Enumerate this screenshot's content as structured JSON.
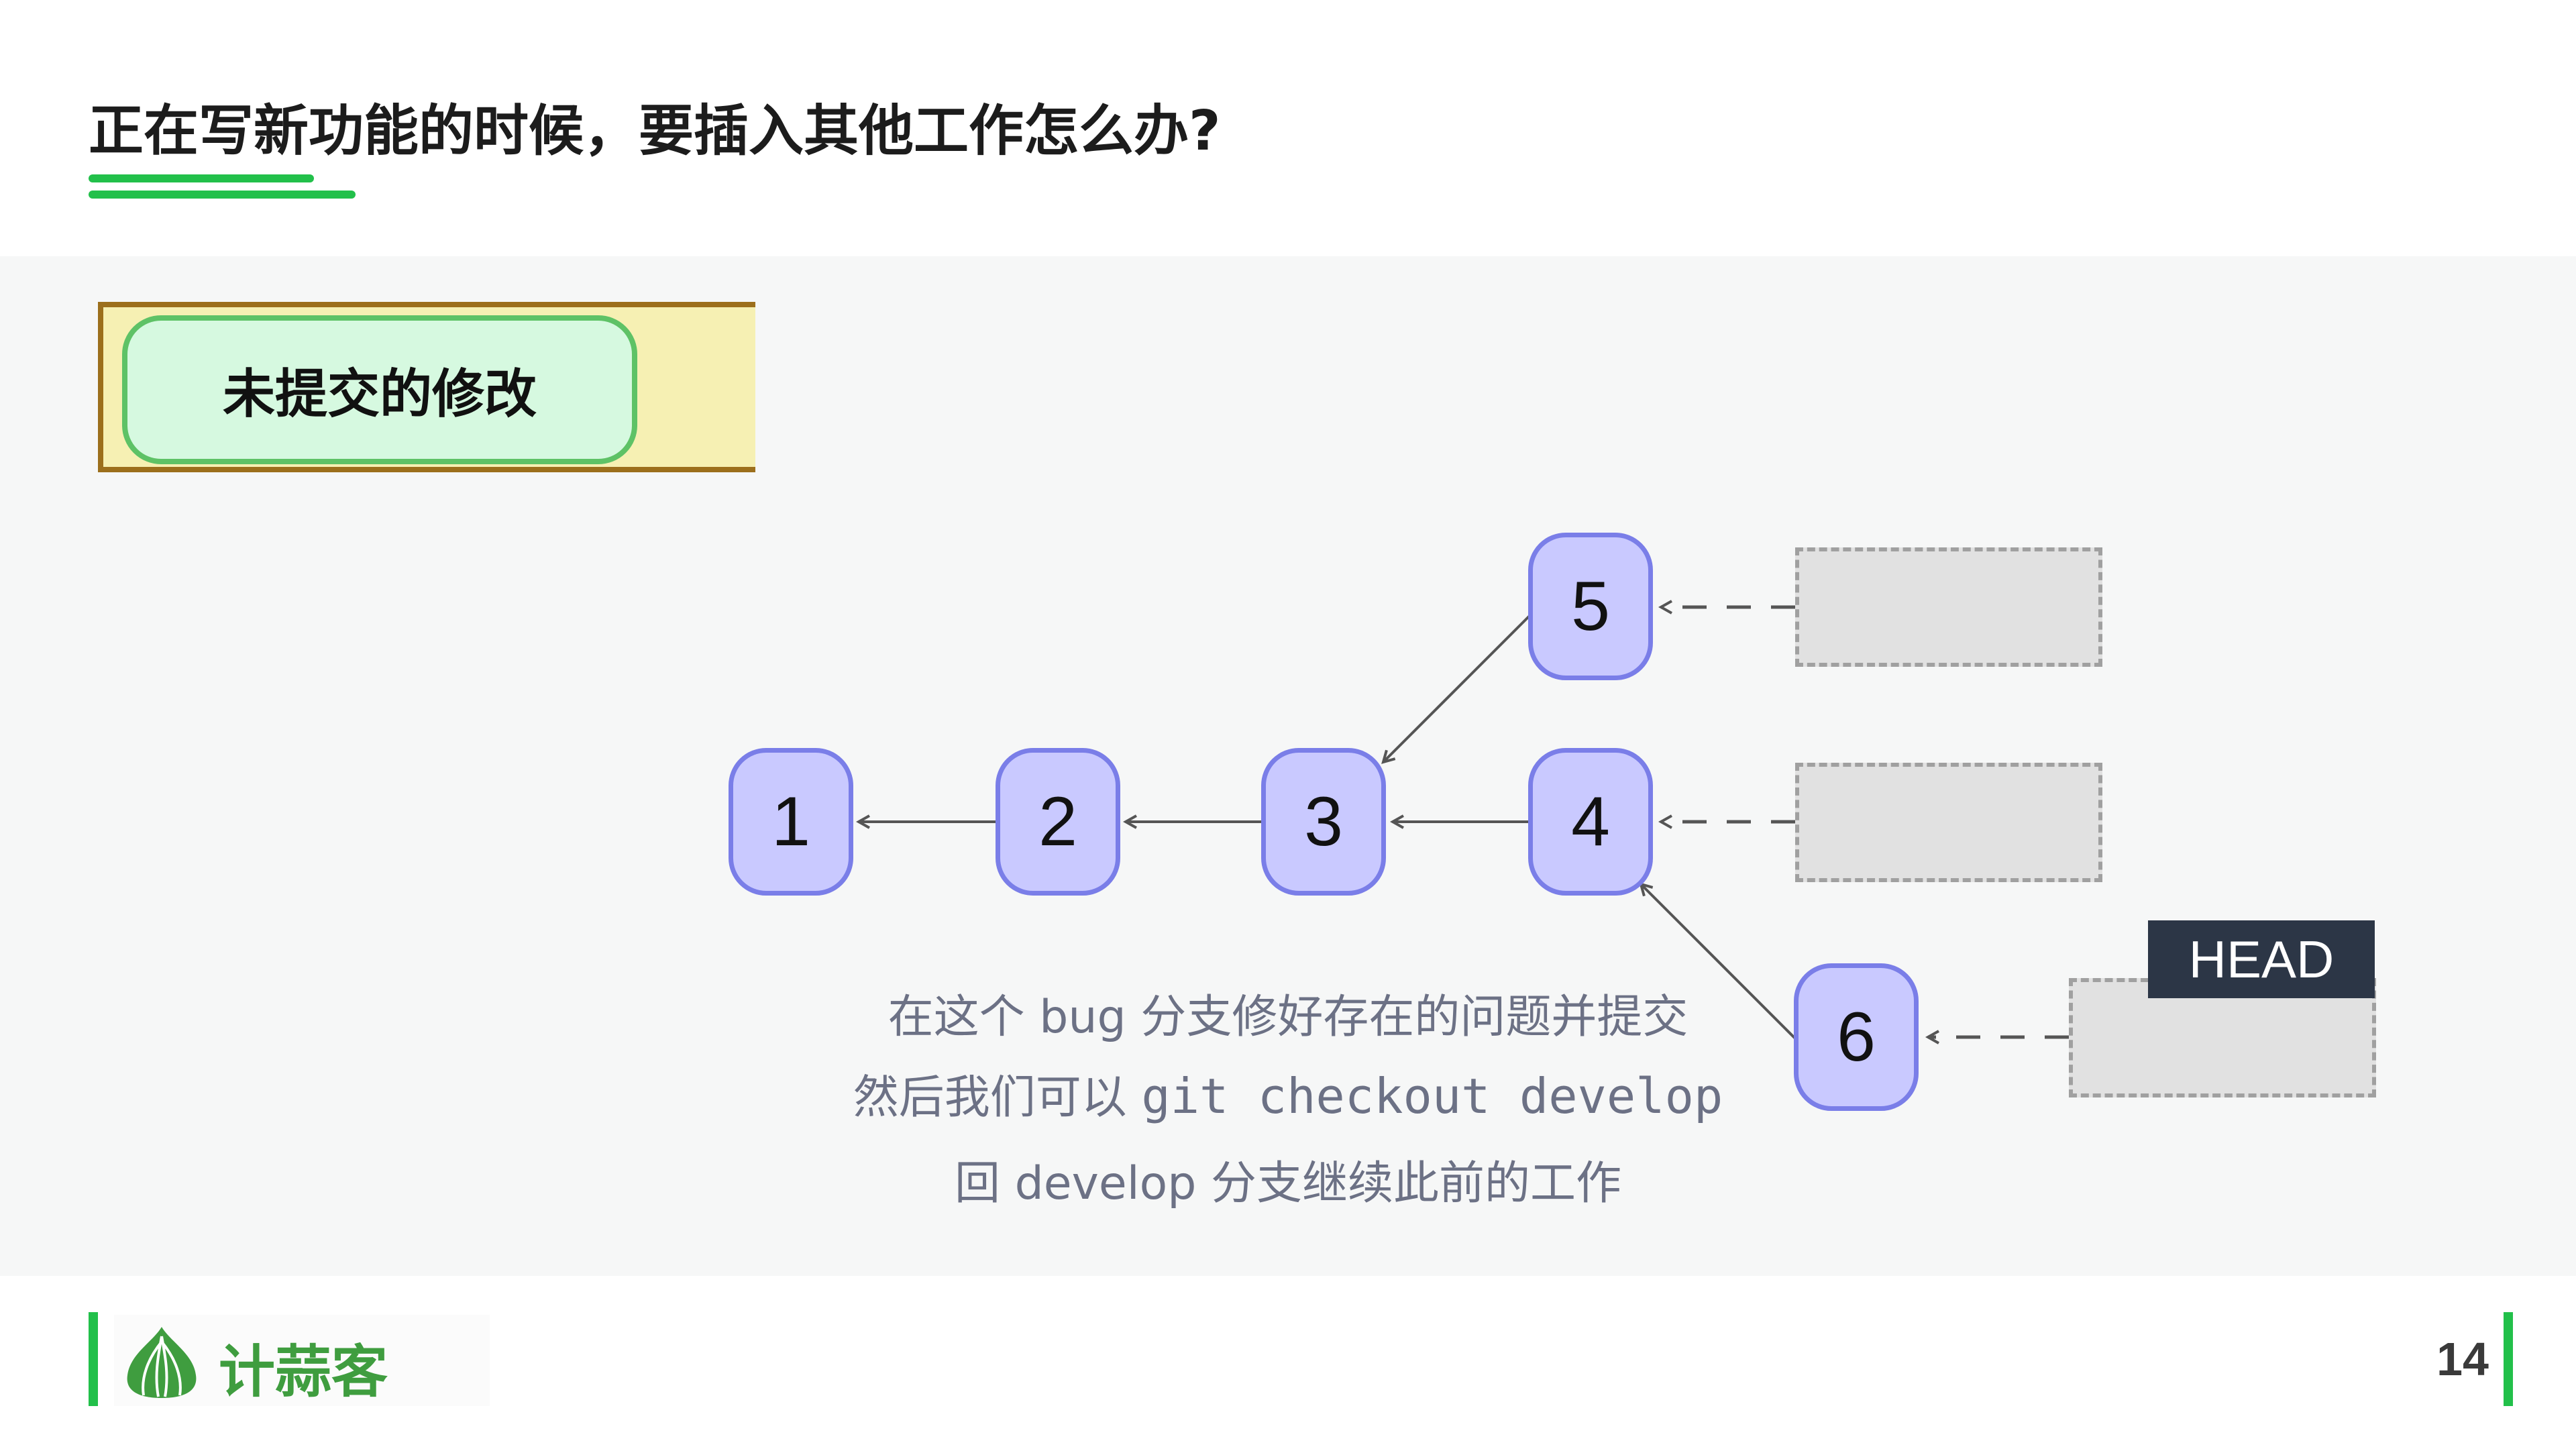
{
  "slide": {
    "title": "正在写新功能的时候，要插入其他工作怎么办?",
    "page_number": "14"
  },
  "stash": {
    "label": "未提交的修改"
  },
  "commits": [
    "1",
    "2",
    "3",
    "4",
    "5",
    "6"
  ],
  "head_label": "HEAD",
  "caption": {
    "line1": "在这个 bug 分支修好存在的问题并提交",
    "line2_prefix": "然后我们可以",
    "line2_code": "git checkout develop",
    "line3": "回 develop 分支继续此前的工作"
  },
  "logo": {
    "text": "计蒜客",
    "icon": "garlic-icon"
  },
  "colors": {
    "accent": "#22c04a",
    "commit_fill": "#c9c9ff",
    "commit_border": "#7a7ee8",
    "stash_fill": "#f6f0b3",
    "stash_border": "#9c6f1c",
    "pill_fill": "#d6f9e0",
    "head_bg": "#2c3646"
  }
}
